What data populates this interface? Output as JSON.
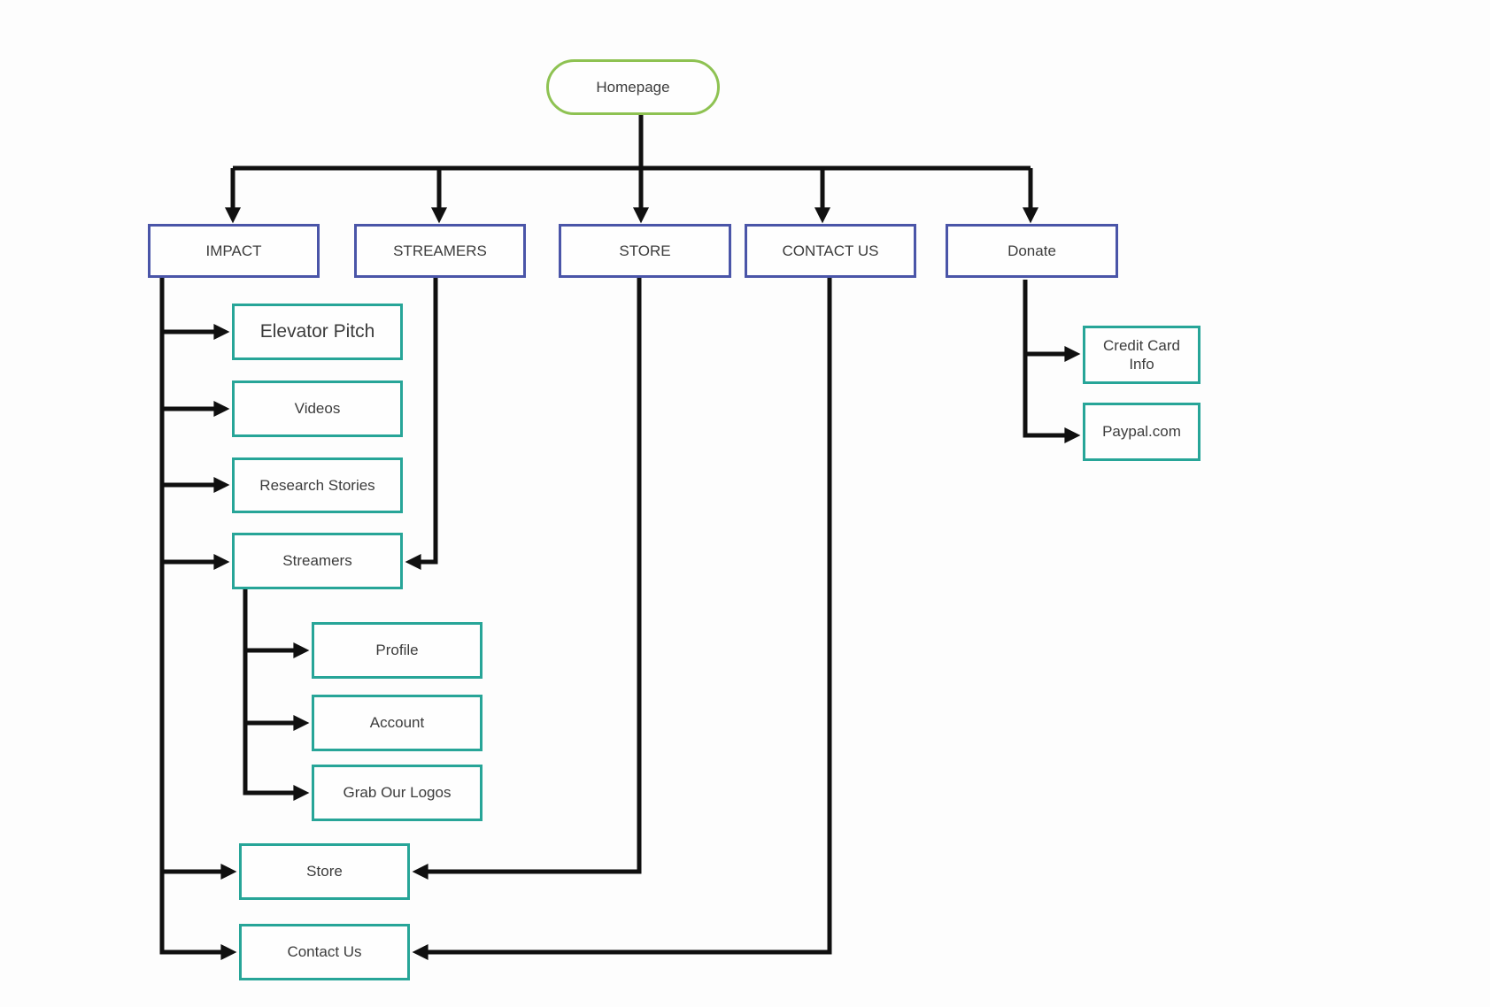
{
  "diagram": {
    "type": "sitemap-flowchart",
    "root": {
      "label": "Homepage"
    },
    "level1": [
      {
        "label": "IMPACT"
      },
      {
        "label": "STREAMERS"
      },
      {
        "label": "STORE"
      },
      {
        "label": "CONTACT US"
      },
      {
        "label": "Donate"
      }
    ],
    "impact_children": [
      {
        "label": "Elevator Pitch"
      },
      {
        "label": "Videos"
      },
      {
        "label": "Research Stories"
      },
      {
        "label": "Streamers"
      },
      {
        "label": "Store"
      },
      {
        "label": "Contact Us"
      }
    ],
    "streamers_children": [
      {
        "label": "Profile"
      },
      {
        "label": "Account"
      },
      {
        "label": "Grab Our Logos"
      }
    ],
    "donate_children": [
      {
        "label": "Credit Card Info"
      },
      {
        "label": "Paypal.com"
      }
    ],
    "edges": [
      [
        "Homepage",
        "IMPACT"
      ],
      [
        "Homepage",
        "STREAMERS"
      ],
      [
        "Homepage",
        "STORE"
      ],
      [
        "Homepage",
        "CONTACT US"
      ],
      [
        "Homepage",
        "Donate"
      ],
      [
        "IMPACT",
        "Elevator Pitch"
      ],
      [
        "IMPACT",
        "Videos"
      ],
      [
        "IMPACT",
        "Research Stories"
      ],
      [
        "IMPACT",
        "Streamers"
      ],
      [
        "IMPACT",
        "Store"
      ],
      [
        "IMPACT",
        "Contact Us"
      ],
      [
        "STREAMERS",
        "Streamers"
      ],
      [
        "Streamers",
        "Profile"
      ],
      [
        "Streamers",
        "Account"
      ],
      [
        "Streamers",
        "Grab Our Logos"
      ],
      [
        "STORE",
        "Store"
      ],
      [
        "CONTACT US",
        "Contact Us"
      ],
      [
        "Donate",
        "Credit Card Info"
      ],
      [
        "Donate",
        "Paypal.com"
      ]
    ],
    "colors": {
      "root_border": "#8ec252",
      "level1_border": "#4a55a8",
      "child_border": "#27a598",
      "connector": "#101010",
      "text": "#3c3c3c",
      "background": "#fdfdfd"
    }
  }
}
